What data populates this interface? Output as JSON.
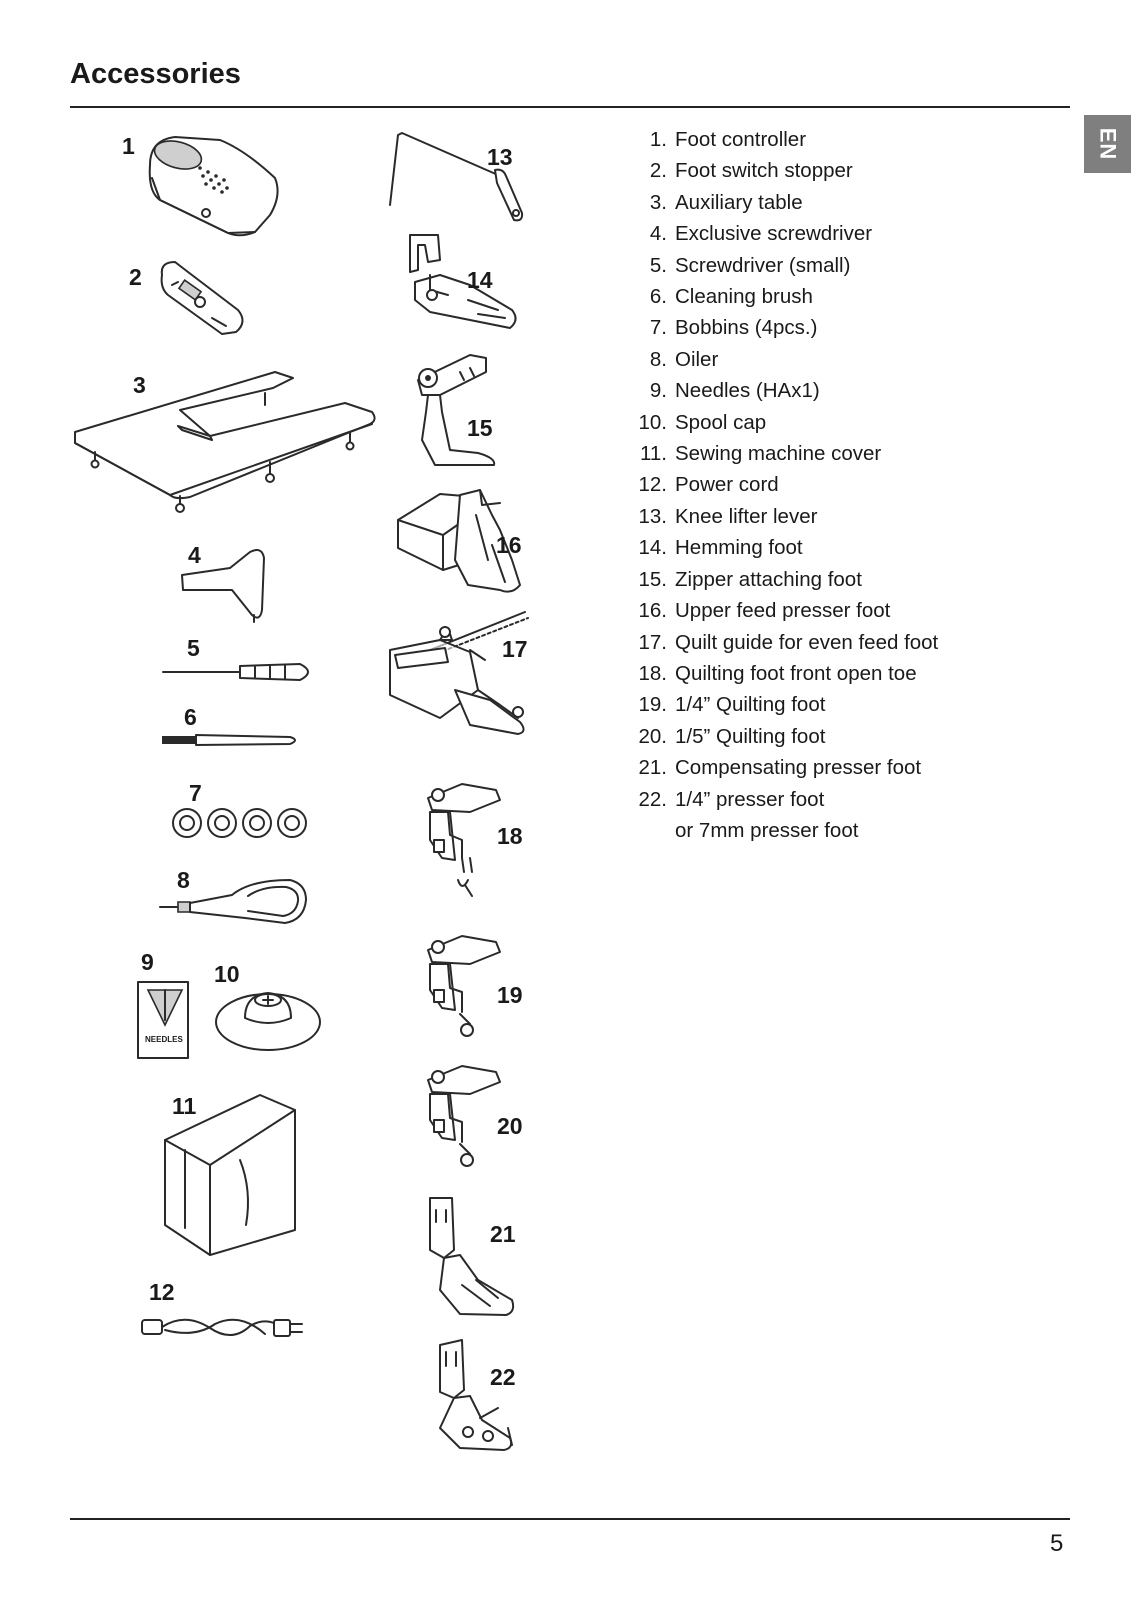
{
  "page": {
    "title": "Accessories",
    "language_tab": "EN",
    "page_number": "5"
  },
  "figure_labels": [
    "1",
    "2",
    "3",
    "4",
    "5",
    "6",
    "7",
    "8",
    "9",
    "10",
    "11",
    "12",
    "13",
    "14",
    "15",
    "16",
    "17",
    "18",
    "19",
    "20",
    "21",
    "22"
  ],
  "accessories": [
    {
      "num": "1.",
      "name": "Foot controller"
    },
    {
      "num": "2.",
      "name": "Foot switch stopper"
    },
    {
      "num": "3.",
      "name": "Auxiliary table"
    },
    {
      "num": "4.",
      "name": "Exclusive screwdriver"
    },
    {
      "num": "5.",
      "name": "Screwdriver (small)"
    },
    {
      "num": "6.",
      "name": "Cleaning brush"
    },
    {
      "num": "7.",
      "name": "Bobbins (4pcs.)"
    },
    {
      "num": "8.",
      "name": "Oiler"
    },
    {
      "num": "9.",
      "name": "Needles (HAx1)"
    },
    {
      "num": "10.",
      "name": "Spool cap"
    },
    {
      "num": "11.",
      "name": "Sewing machine cover"
    },
    {
      "num": "12.",
      "name": "Power cord"
    },
    {
      "num": "13.",
      "name": "Knee lifter lever"
    },
    {
      "num": "14.",
      "name": "Hemming foot"
    },
    {
      "num": "15.",
      "name": "Zipper attaching foot"
    },
    {
      "num": "16.",
      "name": "Upper feed presser foot"
    },
    {
      "num": "17.",
      "name": "Quilt guide for even feed foot"
    },
    {
      "num": "18.",
      "name": "Quilting foot front open toe"
    },
    {
      "num": "19.",
      "name": "1/4” Quilting foot"
    },
    {
      "num": "20.",
      "name": "1/5” Quilting foot"
    },
    {
      "num": "21.",
      "name": "Compensating presser foot"
    },
    {
      "num": "22.",
      "name": "1/4” presser foot\nor 7mm presser foot"
    }
  ],
  "needle_pack_text": "NEEDLES"
}
